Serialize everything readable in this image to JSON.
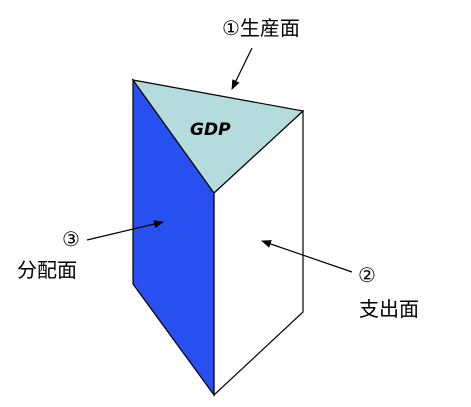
{
  "center_label": "GDP",
  "faces": {
    "production": {
      "label": "①生産面"
    },
    "expenditure": {
      "label": "②",
      "label_line2": "支出面"
    },
    "distribution": {
      "label": "③",
      "label_line2": "分配面"
    }
  },
  "colors": {
    "top_face": "#b4dcdc",
    "left_face": "#2850f0",
    "right_face": "#ffffff",
    "outline": "#000000"
  }
}
